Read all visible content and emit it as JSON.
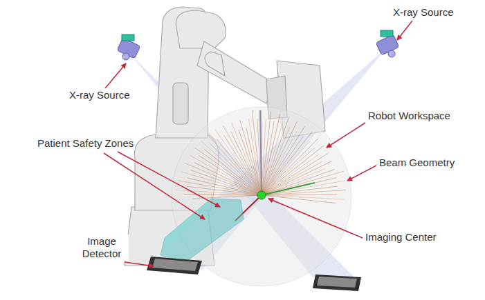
{
  "diagram": {
    "labels": [
      "X-ray Source",
      "X-ray Source",
      "Robot Workspace",
      "Patient Safety Zones",
      "Beam Geometry",
      "Image Detector",
      "Imaging Center"
    ]
  }
}
